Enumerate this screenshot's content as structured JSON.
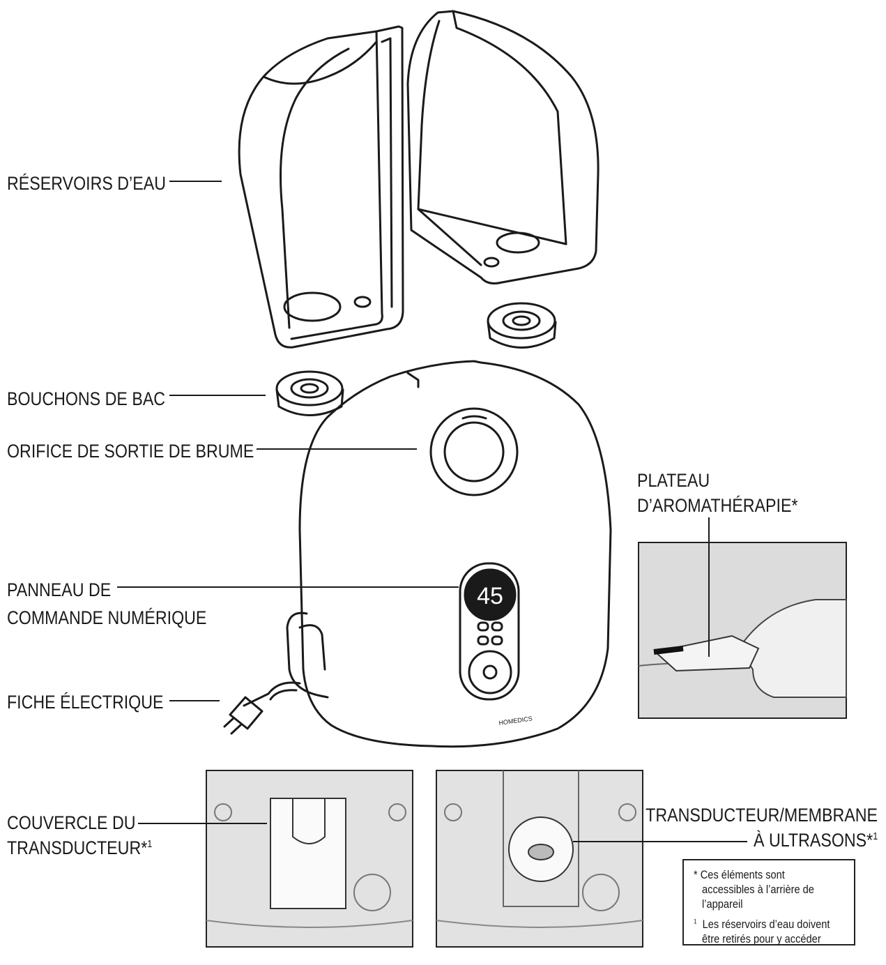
{
  "labels": {
    "reservoirs": "RÉSERVOIRS D’EAU",
    "bouchons": "BOUCHONS DE BAC",
    "orifice": "ORIFICE DE SORTIE DE BRUME",
    "panneau_1": "PANNEAU DE",
    "panneau_2": "COMMANDE NUMÉRIQUE",
    "fiche": "FICHE ÉLECTRIQUE",
    "plateau_1": "PLATEAU",
    "plateau_2": "D’AROMATHÉRAPIE*",
    "couvercle_1": "COUVERCLE DU",
    "couvercle_2": "TRANSDUCTEUR*",
    "couvercle_sup": "1",
    "transducteur_1": "TRANSDUCTEUR/MEMBRANE",
    "transducteur_2": "À ULTRASONS*",
    "transducteur_sup": "1"
  },
  "display": {
    "humidity": "45",
    "brand": "HOMEDICS"
  },
  "note": {
    "line1": "* Ces éléments sont",
    "line2": "accessibles à l’arrière de",
    "line3": "l’appareil",
    "line4_sup": "1",
    "line4": "Les réservoirs d’eau doivent",
    "line5": "être retirés pour y accéder"
  }
}
